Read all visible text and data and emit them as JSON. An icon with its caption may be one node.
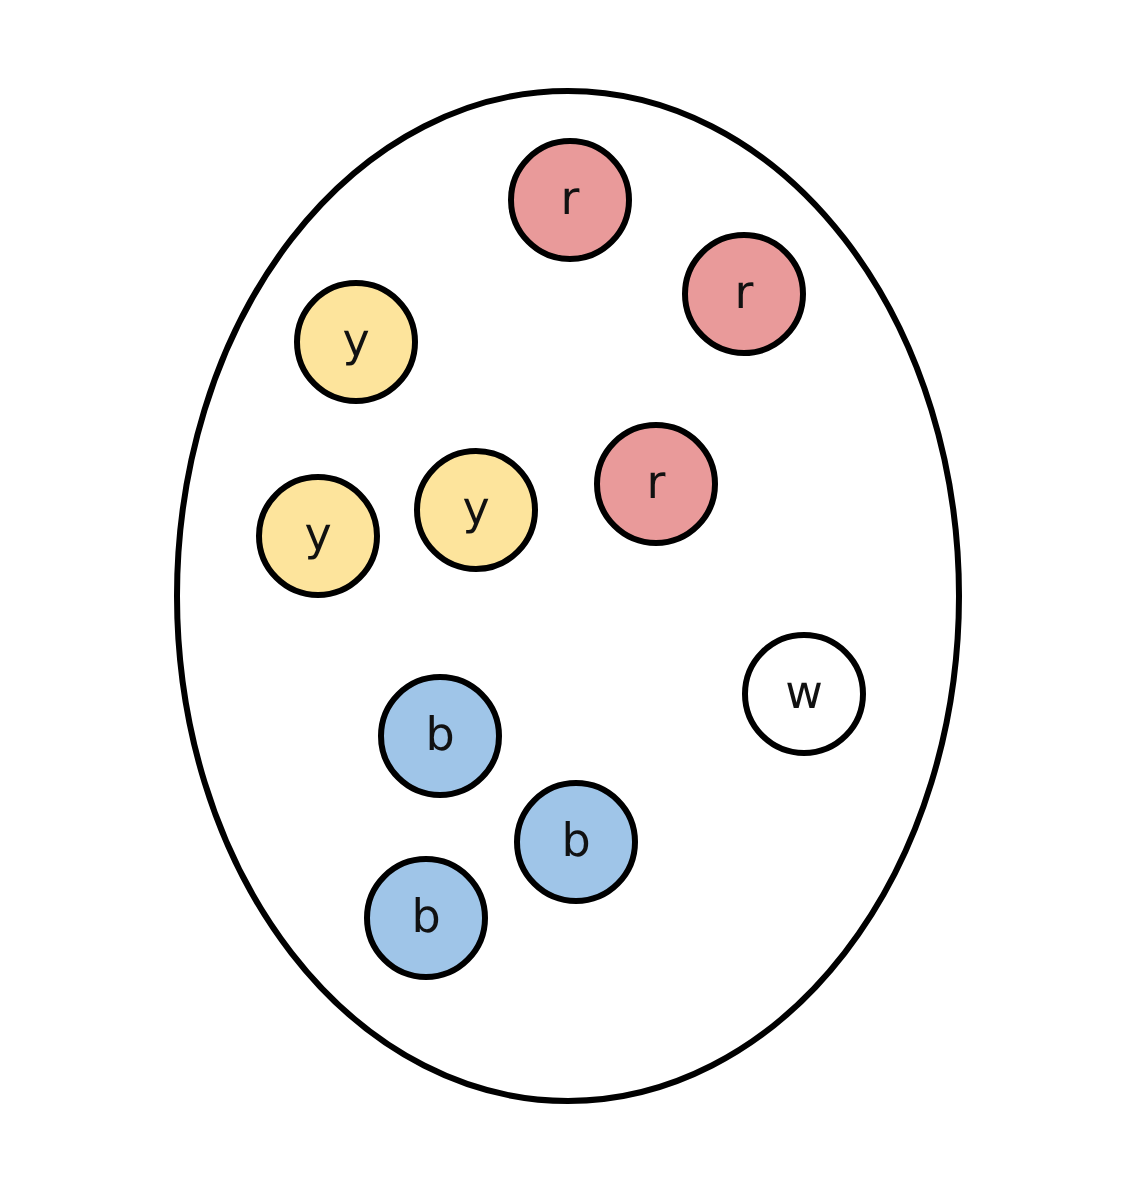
{
  "diagram": {
    "nodes": [
      {
        "text": [],
        "shape": "ellipse"
      },
      {
        "text": [
          "r"
        ],
        "in": 0
      },
      {
        "text": [
          "r"
        ],
        "in": 0
      },
      {
        "text": [
          "y"
        ],
        "in": 0
      },
      {
        "text": [
          "r"
        ],
        "in": 0
      },
      {
        "text": [
          "y"
        ],
        "in": 0
      },
      {
        "text": [
          "y"
        ],
        "in": 0
      },
      {
        "text": [
          "w"
        ],
        "in": 0
      },
      {
        "text": [
          "b"
        ],
        "in": 0
      },
      {
        "text": [
          "b"
        ],
        "in": 0
      },
      {
        "text": [
          "b"
        ],
        "in": 0
      }
    ]
  }
}
